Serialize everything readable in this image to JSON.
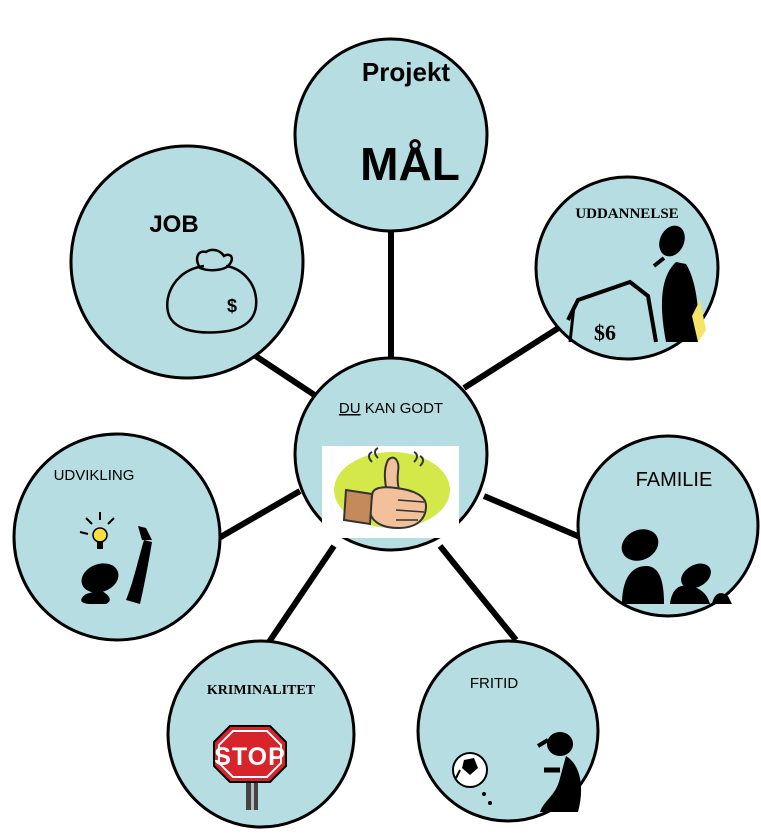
{
  "diagram": {
    "center": {
      "label_underlined": "DU",
      "label_rest": " KAN GODT",
      "icon": "thumbs-up-icon"
    },
    "nodes": {
      "projekt": {
        "title": "Projekt",
        "subtitle": "MÅL"
      },
      "uddannelse": {
        "label": "UDDANNELSE",
        "icon": "teacher-at-board-icon",
        "board_text": "$6"
      },
      "familie": {
        "label": "FAMILIE",
        "icon": "family-icon"
      },
      "fritid": {
        "label": "FRITID",
        "icon": "football-player-icon"
      },
      "kriminalitet": {
        "label": "KRIMINALITET",
        "icon": "stop-sign-icon",
        "sign_text": "STOP"
      },
      "udvikling": {
        "label": "UDVIKLING",
        "icon": "idea-lightbulb-icon"
      },
      "job": {
        "label": "JOB",
        "icon": "money-bag-icon"
      }
    },
    "colors": {
      "circle_fill": "#b6dde1",
      "outline": "#000000",
      "thumb_background": "#d4e84a",
      "stop_red": "#d8232a",
      "bulb_yellow": "#f7e03c"
    }
  }
}
